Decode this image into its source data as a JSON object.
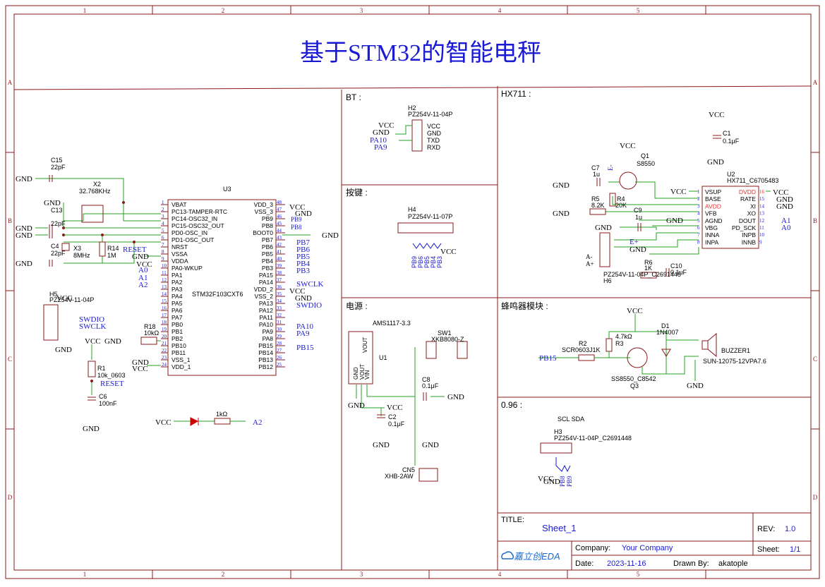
{
  "title": "基于STM32的智能电秤",
  "frame": {
    "cols": [
      "1",
      "2",
      "3",
      "4",
      "5"
    ],
    "rows": [
      "A",
      "B",
      "C",
      "D"
    ]
  },
  "sections": {
    "bt": "BT :",
    "keys": "按键 :",
    "power": "电源 :",
    "hx711": "HX711 :",
    "buzzer": "蜂鸣器模块 :",
    "oled": "0.96 :"
  },
  "titleblock": {
    "title_label": "TITLE:",
    "title_value": "Sheet_1",
    "rev_label": "REV:",
    "rev_value": "1.0",
    "company_label": "Company:",
    "company_value": "Your Company",
    "sheet_label": "Sheet:",
    "sheet_value": "1/1",
    "date_label": "Date:",
    "date_value": "2023-11-16",
    "drawn_label": "Drawn By:",
    "drawn_value": "akatople",
    "logo_text": "嘉立创EDA"
  },
  "mcu": {
    "ref": "U3",
    "name": "STM32F103CXT6",
    "left_pins": [
      [
        "1",
        "VBAT"
      ],
      [
        "2",
        "PC13-TAMPER-RTC"
      ],
      [
        "3",
        "PC14-OSC32_IN"
      ],
      [
        "4",
        "PC15-OSC32_OUT"
      ],
      [
        "5",
        "PD0-OSC_IN"
      ],
      [
        "6",
        "PD1-OSC_OUT"
      ],
      [
        "7",
        "NRST"
      ],
      [
        "8",
        "VSSA"
      ],
      [
        "9",
        "VDDA"
      ],
      [
        "10",
        "PA0-WKUP"
      ],
      [
        "11",
        "PA1"
      ],
      [
        "12",
        "PA2"
      ],
      [
        "13",
        "PA3"
      ],
      [
        "14",
        "PA4"
      ],
      [
        "15",
        "PA5"
      ],
      [
        "16",
        "PA6"
      ],
      [
        "17",
        "PA7"
      ],
      [
        "18",
        "PB0"
      ],
      [
        "19",
        "PB1"
      ],
      [
        "20",
        "PB2"
      ],
      [
        "21",
        "PB10"
      ],
      [
        "22",
        "PB11"
      ],
      [
        "23",
        "VSS_1"
      ],
      [
        "24",
        "VDD_1"
      ]
    ],
    "right_pins": [
      [
        "48",
        "VDD_3"
      ],
      [
        "47",
        "VSS_3"
      ],
      [
        "46",
        "PB9"
      ],
      [
        "45",
        "PB8"
      ],
      [
        "44",
        "BOOT0"
      ],
      [
        "43",
        "PB7"
      ],
      [
        "42",
        "PB6"
      ],
      [
        "41",
        "PB5"
      ],
      [
        "40",
        "PB4"
      ],
      [
        "39",
        "PB3"
      ],
      [
        "38",
        "PA15"
      ],
      [
        "37",
        "PA14"
      ],
      [
        "36",
        "VDD_2"
      ],
      [
        "35",
        "VSS_2"
      ],
      [
        "34",
        "PA13"
      ],
      [
        "33",
        "PA12"
      ],
      [
        "32",
        "PA11"
      ],
      [
        "31",
        "PA10"
      ],
      [
        "30",
        "PA9"
      ],
      [
        "29",
        "PA8"
      ],
      [
        "28",
        "PB15"
      ],
      [
        "27",
        "PB14"
      ],
      [
        "26",
        "PB13"
      ],
      [
        "25",
        "PB12"
      ]
    ]
  },
  "parts": {
    "c15": [
      "C15",
      "22pF"
    ],
    "x2": [
      "X2",
      "32.768KHz"
    ],
    "c13": [
      "C13",
      "22pF"
    ],
    "c4": [
      "C4",
      "22pF"
    ],
    "x3": [
      "X3",
      "8MHz"
    ],
    "r14": [
      "R14",
      "1M"
    ],
    "h5": [
      "H5",
      "PZ254V-11-04P"
    ],
    "r18": [
      "R18",
      "10kΩ"
    ],
    "r1": [
      "R1",
      "10k_0603"
    ],
    "c6": [
      "C6",
      "100nF"
    ],
    "led_r": "1kΩ",
    "h2": [
      "H2",
      "PZ254V-11-04P"
    ],
    "h4": [
      "H4",
      "PZ254V-11-07P"
    ],
    "u1": [
      "U1",
      "AMS1117-3.3"
    ],
    "sw1": [
      "SW1",
      "XKB8080-Z"
    ],
    "c8": [
      "C8",
      "0.1μF"
    ],
    "c2": [
      "C2",
      "0.1μF"
    ],
    "cn5": [
      "CN5",
      "XHB-2AW"
    ],
    "c1": [
      "C1",
      "0.1μF"
    ],
    "q1": [
      "Q1",
      "S8550"
    ],
    "c7": [
      "C7",
      "1u"
    ],
    "r5": [
      "R5",
      "8.2K"
    ],
    "r4": [
      "R4",
      "20K"
    ],
    "c9": [
      "C9",
      "1u"
    ],
    "u2": [
      "U2",
      "HX711_C6705483"
    ],
    "h6": [
      "H6",
      "PZ254V-11-04P_C2691448"
    ],
    "r6": [
      "R6",
      "1K"
    ],
    "c10": [
      "C10",
      "0.1uF"
    ],
    "r2": [
      "R2",
      "SCR0603J1K"
    ],
    "r3": [
      "R3",
      "4.7kΩ"
    ],
    "q3": [
      "Q3",
      "SS8550_C8542"
    ],
    "d1": [
      "D1",
      "1N4007"
    ],
    "buzzer": [
      "BUZZER1",
      "SUN-12075-12VPA7.6"
    ],
    "h3": [
      "H3",
      "PZ254V-11-04P_C2691448"
    ]
  },
  "hx711_pins": {
    "left": [
      [
        "1",
        "VSUP"
      ],
      [
        "2",
        "BASE"
      ],
      [
        "3",
        "AVDD"
      ],
      [
        "4",
        "VFB"
      ],
      [
        "5",
        "AGND"
      ],
      [
        "6",
        "VBG"
      ],
      [
        "7",
        "INNA"
      ],
      [
        "8",
        "INPA"
      ]
    ],
    "right": [
      [
        "16",
        "DVDD"
      ],
      [
        "15",
        "RATE"
      ],
      [
        "14",
        "XI"
      ],
      [
        "13",
        "XO"
      ],
      [
        "12",
        "DOUT"
      ],
      [
        "11",
        "PD_SCK"
      ],
      [
        "10",
        "INPB"
      ],
      [
        "9",
        "INNB"
      ]
    ]
  },
  "h2_pins": [
    "VCC",
    "GND",
    "TXD",
    "RXD"
  ],
  "u1_pins": [
    "GND",
    "VOUT",
    "VIN",
    "VOUT"
  ],
  "oled_labels": "SCL  SDA",
  "nets": {
    "vcc": "VCC",
    "gnd": "GND",
    "reset": "RESET",
    "swdio": "SWDIO",
    "swclk": "SWCLK",
    "a0": "A0",
    "a1": "A1",
    "a2": "A2",
    "pa9": "PA9",
    "pa10": "PA10",
    "pb15": "PB15",
    "pb3": "PB3",
    "pb4": "PB4",
    "pb5": "PB5",
    "pb6": "PB6",
    "pb7": "PB7",
    "pb8": "PB8",
    "pb9": "PB9",
    "e_plus": "E+",
    "e_minus": "E-",
    "a_minus": "A-",
    "a_plus": "A+"
  },
  "colors": {
    "frame": "#8b1a1a",
    "wire": "#23a123",
    "net": "#1a1ad4",
    "part": "#8b1a1a",
    "accent_red": "#e03030"
  }
}
